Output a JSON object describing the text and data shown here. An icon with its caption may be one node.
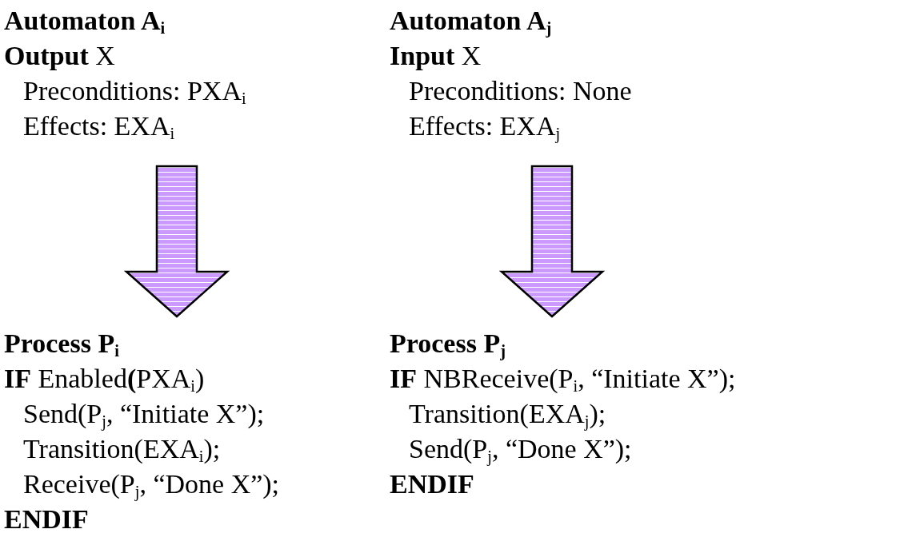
{
  "diagram": {
    "nodes": [
      {
        "text": [
          "Automaton A$_{i}$",
          "**Output** X",
          "Preconditions: PXA$_{i}$",
          "Effects: EXA$_{i}$"
        ]
      },
      {
        "text": [
          "Automaton A$_{j}$",
          "**Input** X",
          "Preconditions: None",
          "Effects: EXA$_{j}$"
        ]
      },
      {
        "text": [
          "Process P$_{i}$",
          "**IF** Enabled**(**PXA$_{i}$)",
          "Send(P$_{j}$, “Initiate X”);",
          "Transition(EXA$_{i}$);",
          "Receive(P$_{j}$, “Done X”);",
          "ENDIF"
        ]
      },
      {
        "text": [
          "Process P$_{j}$",
          "**IF** NBReceive(P$_{i}$, “Initiate X”);",
          "Transition(EXA$_{j}$);",
          "Send(P$_{j}$, “Done X”);",
          "ENDIF"
        ]
      }
    ],
    "edges": [
      {
        "from": 0,
        "to": 2,
        "arrow": "to"
      },
      {
        "from": 1,
        "to": 3,
        "arrow": "to"
      }
    ]
  }
}
